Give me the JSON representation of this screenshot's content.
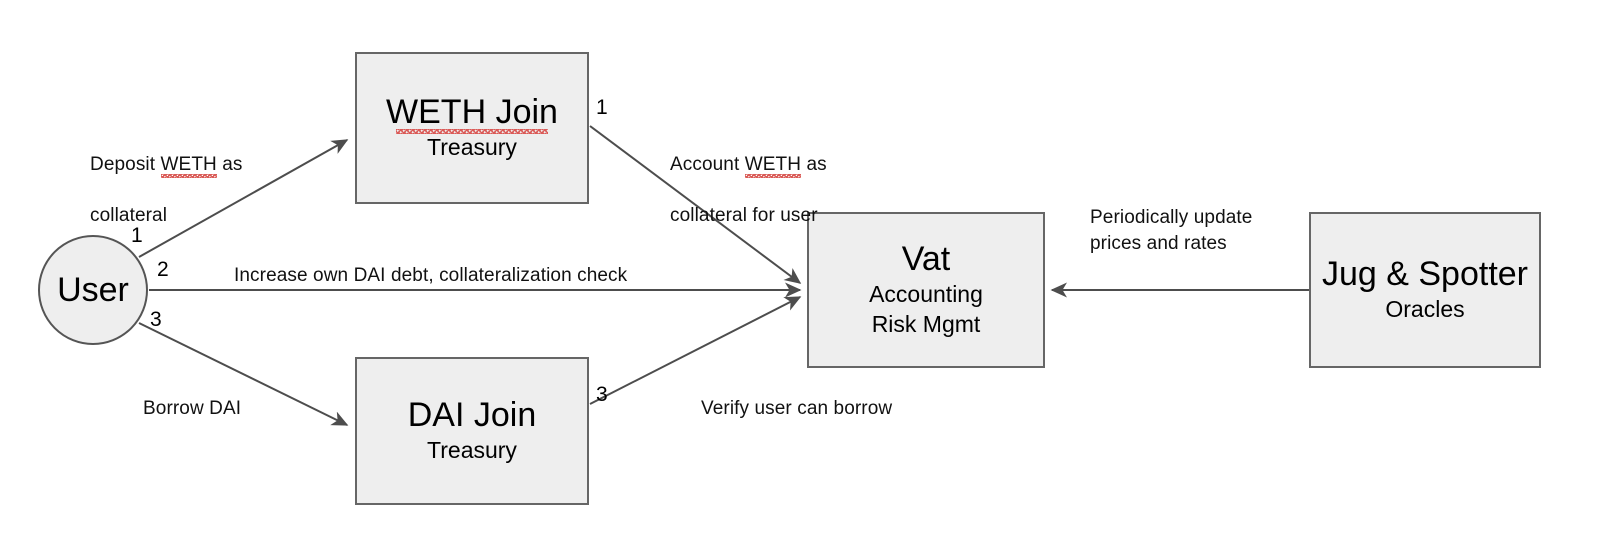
{
  "diagram": {
    "title": "MakerDAO Vat collateral and borrow flow",
    "background": "#ffffff",
    "node_fill": "#eeeeee",
    "node_stroke": "#666666",
    "edge_stroke": "#4d4d4d",
    "spellcheck_color": "#d9534f"
  },
  "nodes": {
    "user": {
      "label": "User",
      "shape": "circle"
    },
    "weth_join": {
      "title": "WETH Join",
      "subtitle": "Treasury",
      "shape": "rectangle",
      "misspelled": true
    },
    "dai_join": {
      "title": "DAI Join",
      "subtitle": "Treasury",
      "shape": "rectangle",
      "misspelled": false
    },
    "vat": {
      "title": "Vat",
      "subtitle_line1": "Accounting",
      "subtitle_line2": "Risk Mgmt",
      "shape": "rectangle"
    },
    "oracles": {
      "title": "Jug & Spotter",
      "subtitle": "Oracles",
      "shape": "rectangle"
    }
  },
  "edge_labels": {
    "deposit_weth": {
      "line1_pre": "Deposit ",
      "line1_word": "WETH",
      "line1_post": " as",
      "line2": "collateral"
    },
    "account_weth": {
      "line1_pre": "Account ",
      "line1_word": "WETH",
      "line1_post": " as",
      "line2": "collateral for user"
    },
    "increase_debt": "Increase own DAI debt, collateralization check",
    "borrow_dai": "Borrow DAI",
    "verify_borrow": "Verify user can borrow",
    "periodic_update": "Periodically update\nprices and rates"
  },
  "step_numbers": {
    "user_to_weth": "1",
    "user_to_vat": "2",
    "user_to_dai": "3",
    "weth_to_vat": "1",
    "dai_to_vat": "3"
  }
}
